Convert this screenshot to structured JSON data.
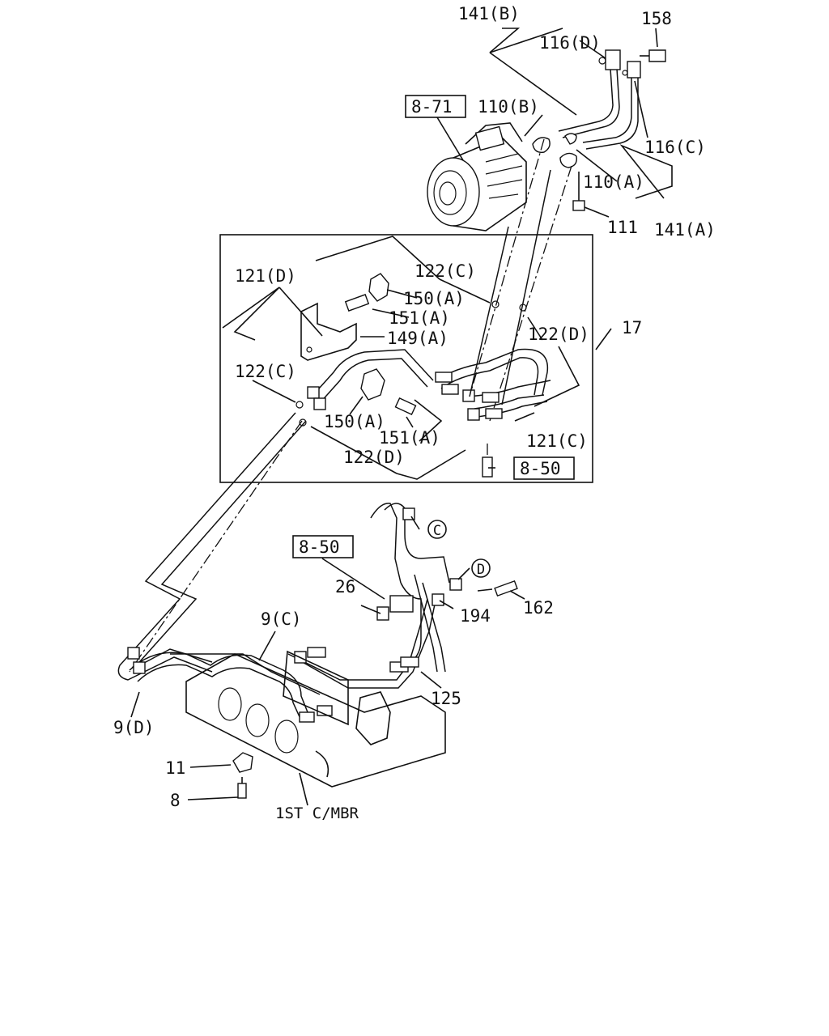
{
  "labels": {
    "l141b": "141(B)",
    "l158": "158",
    "l116d": "116(D)",
    "l8_71": "8-71",
    "l110b": "110(B)",
    "l116c": "116(C)",
    "l110a": "110(A)",
    "l111": "111",
    "l141a": "141(A)",
    "l121d": "121(D)",
    "l122c_top": "122(C)",
    "l150a_top": "150(A)",
    "l151a_top": "151(A)",
    "l149a": "149(A)",
    "l122d_right": "122(D)",
    "l17": "17",
    "l122c_left": "122(C)",
    "l150a_bot": "150(A)",
    "l151a_bot": "151(A)",
    "l121c": "121(C)",
    "l122d_bot": "122(D)",
    "l8_50_box": "8-50",
    "l8_50_lower": "8-50",
    "lC": "C",
    "lD": "D",
    "l26": "26",
    "l194": "194",
    "l162": "162",
    "l9c": "9(C)",
    "l125": "125",
    "l9d": "9(D)",
    "l11": "11",
    "l8": "8",
    "l1st": "1ST C/MBR"
  }
}
